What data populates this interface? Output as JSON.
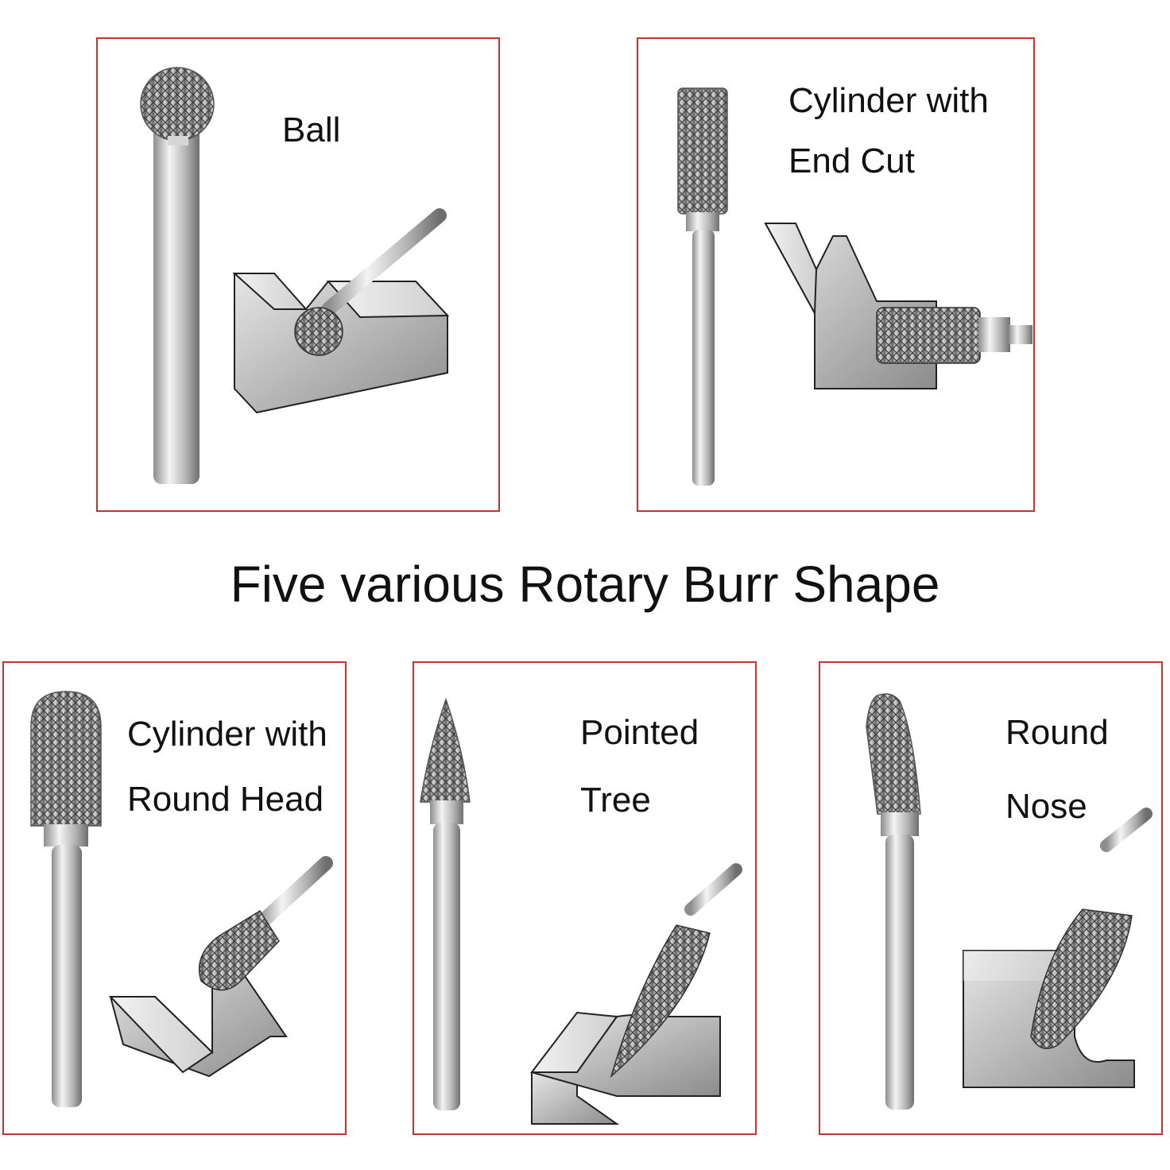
{
  "headline": "Five various Rotary Burr Shape",
  "accent_color": "#c8332d",
  "panels": [
    {
      "id": "ball",
      "lines": [
        "Ball"
      ],
      "icon": "ball-burr-icon"
    },
    {
      "id": "cylinder-end-cut",
      "lines": [
        "Cylinder with",
        "End Cut"
      ],
      "icon": "cylinder-end-cut-burr-icon"
    },
    {
      "id": "cylinder-round-head",
      "lines": [
        "Cylinder with",
        "Round Head"
      ],
      "icon": "cylinder-round-head-burr-icon"
    },
    {
      "id": "pointed-tree",
      "lines": [
        "Pointed",
        "Tree"
      ],
      "icon": "pointed-tree-burr-icon"
    },
    {
      "id": "round-nose",
      "lines": [
        "Round",
        "Nose"
      ],
      "icon": "round-nose-burr-icon"
    }
  ]
}
